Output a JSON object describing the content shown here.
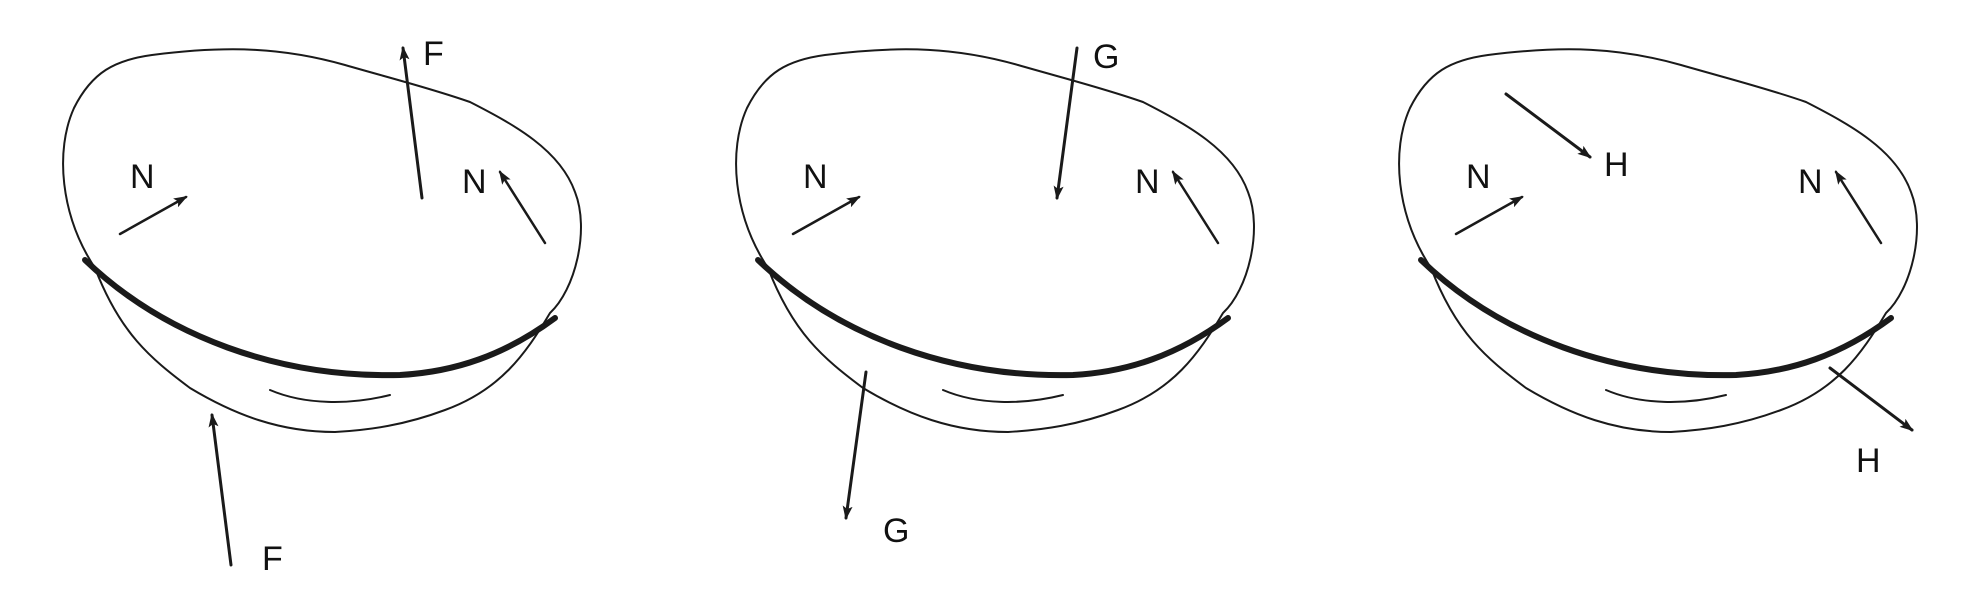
{
  "panels": [
    {
      "normal_labels": [
        "N",
        "N"
      ],
      "force_labels": [
        "F",
        "F"
      ]
    },
    {
      "normal_labels": [
        "N",
        "N"
      ],
      "force_labels": [
        "G",
        "G"
      ]
    },
    {
      "normal_labels": [
        "N",
        "N"
      ],
      "force_labels": [
        "H",
        "H"
      ]
    }
  ]
}
